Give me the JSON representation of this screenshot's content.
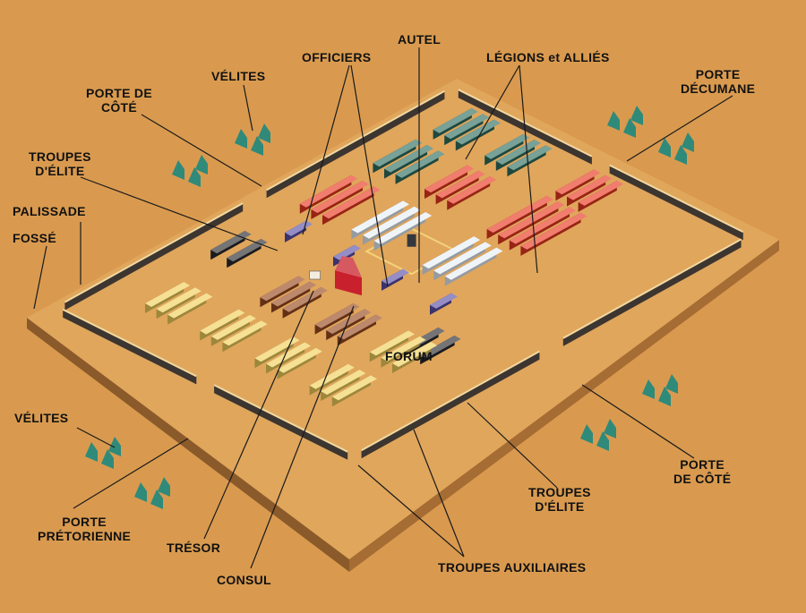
{
  "labels": {
    "autel": "AUTEL",
    "officiers": "OFFICIERS",
    "legions": "LÉGIONS et ALLIÉS",
    "velites_top": "VÉLITES",
    "porte_cote_left_1": "PORTE DE",
    "porte_cote_left_2": "CÔTÉ",
    "porte_decumane_1": "PORTE",
    "porte_decumane_2": "DÉCUMANE",
    "troupes_elite_left_1": "TROUPES",
    "troupes_elite_left_2": "D'ÉLITE",
    "palissade": "PALISSADE",
    "fosse": "FOSSÉ",
    "forum": "FORUM",
    "velites_bottom": "VÉLITES",
    "porte_pretorienne_1": "PORTE",
    "porte_pretorienne_2": "PRÉTORIENNE",
    "tresor": "TRÉSOR",
    "consul": "CONSUL",
    "troupes_auxiliaires": "TROUPES AUXILIAIRES",
    "troupes_elite_right_1": "TROUPES",
    "troupes_elite_right_2": "D'ÉLITE",
    "porte_cote_right_1": "PORTE",
    "porte_cote_right_2": "DE CÔTÉ"
  },
  "colors": {
    "background": "#d99a4f",
    "ground": "#e0a65c",
    "legion_red": "#e8371f",
    "legion_green": "#2f6e5f",
    "legion_white": "#e6eef6",
    "officer_blue": "#5a4fa8",
    "elite_black": "#2a2a2e",
    "auxiliary_yellow": "#f0d05a",
    "auxiliary_brown": "#9a4a1f",
    "consul_tent": "#c8202c",
    "velite_teal": "#2f8a7a"
  }
}
